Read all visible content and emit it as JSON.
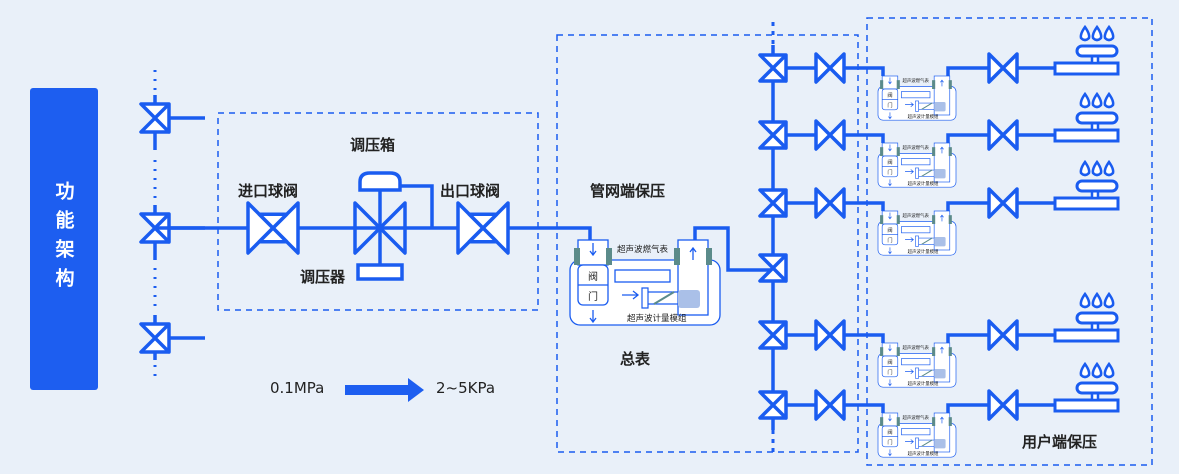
{
  "sidebar_label": "功能架构",
  "regulator_box": {
    "title": "调压箱",
    "inlet_valve": "进口球阀",
    "outlet_valve": "出口球阀",
    "regulator": "调压器"
  },
  "pressure": {
    "from": "0.1MPa",
    "to": "2~5KPa"
  },
  "network_box": {
    "title": "管网端保压",
    "main_meter_label": "总表"
  },
  "meter": {
    "name": "超声波燃气表",
    "module": "超声波计量模组",
    "valve_chars": [
      "阀",
      "门"
    ]
  },
  "user_box": {
    "title": "用户端保压"
  },
  "colors": {
    "line": "#1a5cf0",
    "sidebar": "#1d5ef0",
    "background": "#e9f0f9"
  },
  "icons": [
    "three-way-valve-icon",
    "ball-valve-icon",
    "pressure-regulator-icon",
    "gas-meter-icon",
    "gas-stove-icon",
    "arrow-right-icon"
  ]
}
